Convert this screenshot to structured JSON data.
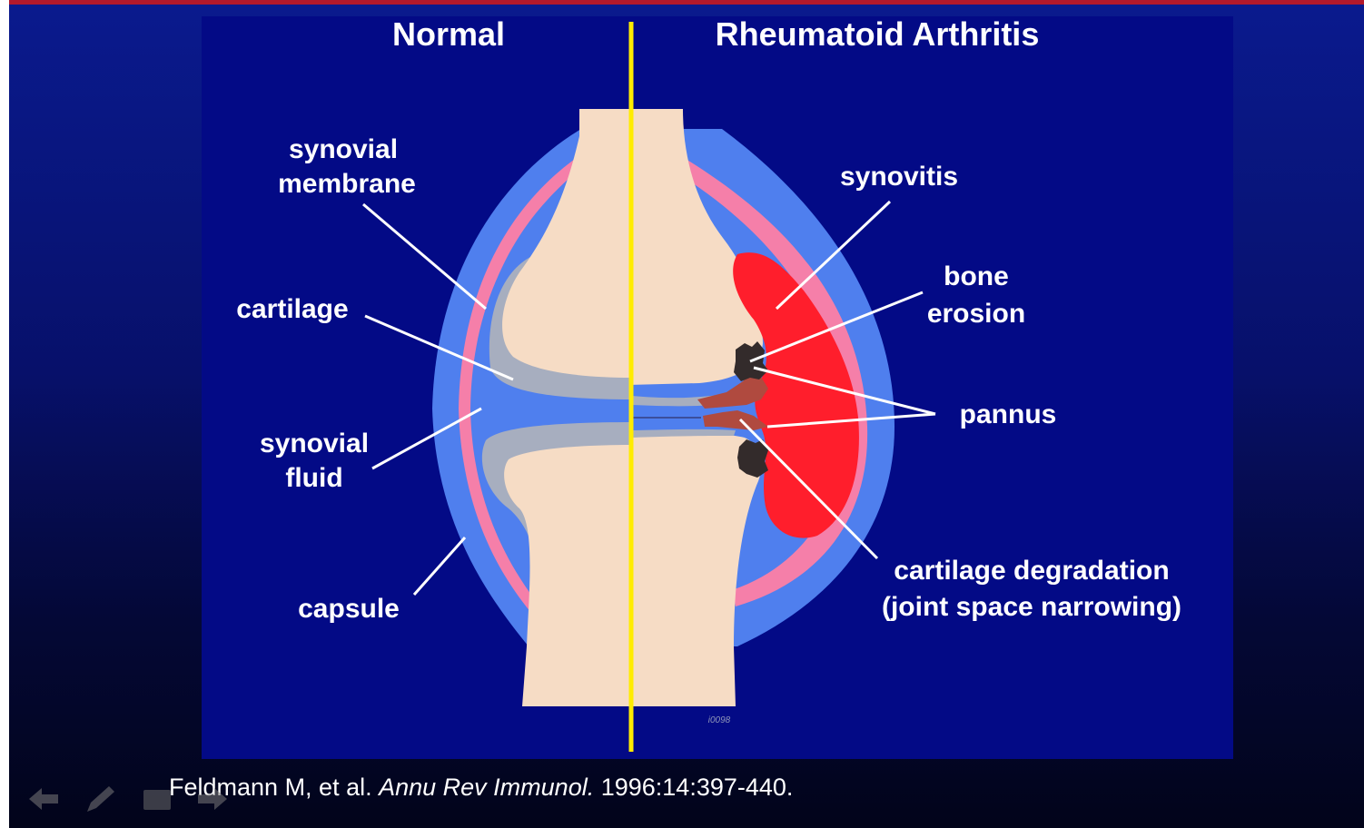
{
  "panels": {
    "normal_title": "Normal",
    "ra_title": "Rheumatoid Arthritis"
  },
  "labels": {
    "synovial_membrane": [
      "synovial",
      "membrane"
    ],
    "cartilage": "cartilage",
    "synovial_fluid": [
      "synovial",
      "fluid"
    ],
    "capsule": "capsule",
    "synovitis": "synovitis",
    "bone_erosion": [
      "bone",
      "erosion"
    ],
    "pannus": "pannus",
    "cartilage_degradation": [
      "cartilage degradation",
      "(joint space narrowing)"
    ]
  },
  "figure_code": "i0098",
  "citation": {
    "authors": "Feldmann M, et al. ",
    "journal": "Annu Rev Immunol.",
    "details": " 1996:14:397-440."
  },
  "nav": {
    "back_icon": "back-arrow-icon",
    "pen_icon": "pen-icon",
    "menu_icon": "slide-menu-icon",
    "next_icon": "forward-arrow-icon"
  },
  "colors": {
    "background": "#030a86",
    "capsule": "#4f7fee",
    "synovium": "#f57fa9",
    "bone": "#f6dcc5",
    "cartilage": "#a7aebf",
    "inflammation": "#ff1e2c",
    "divider": "#ffec00"
  }
}
